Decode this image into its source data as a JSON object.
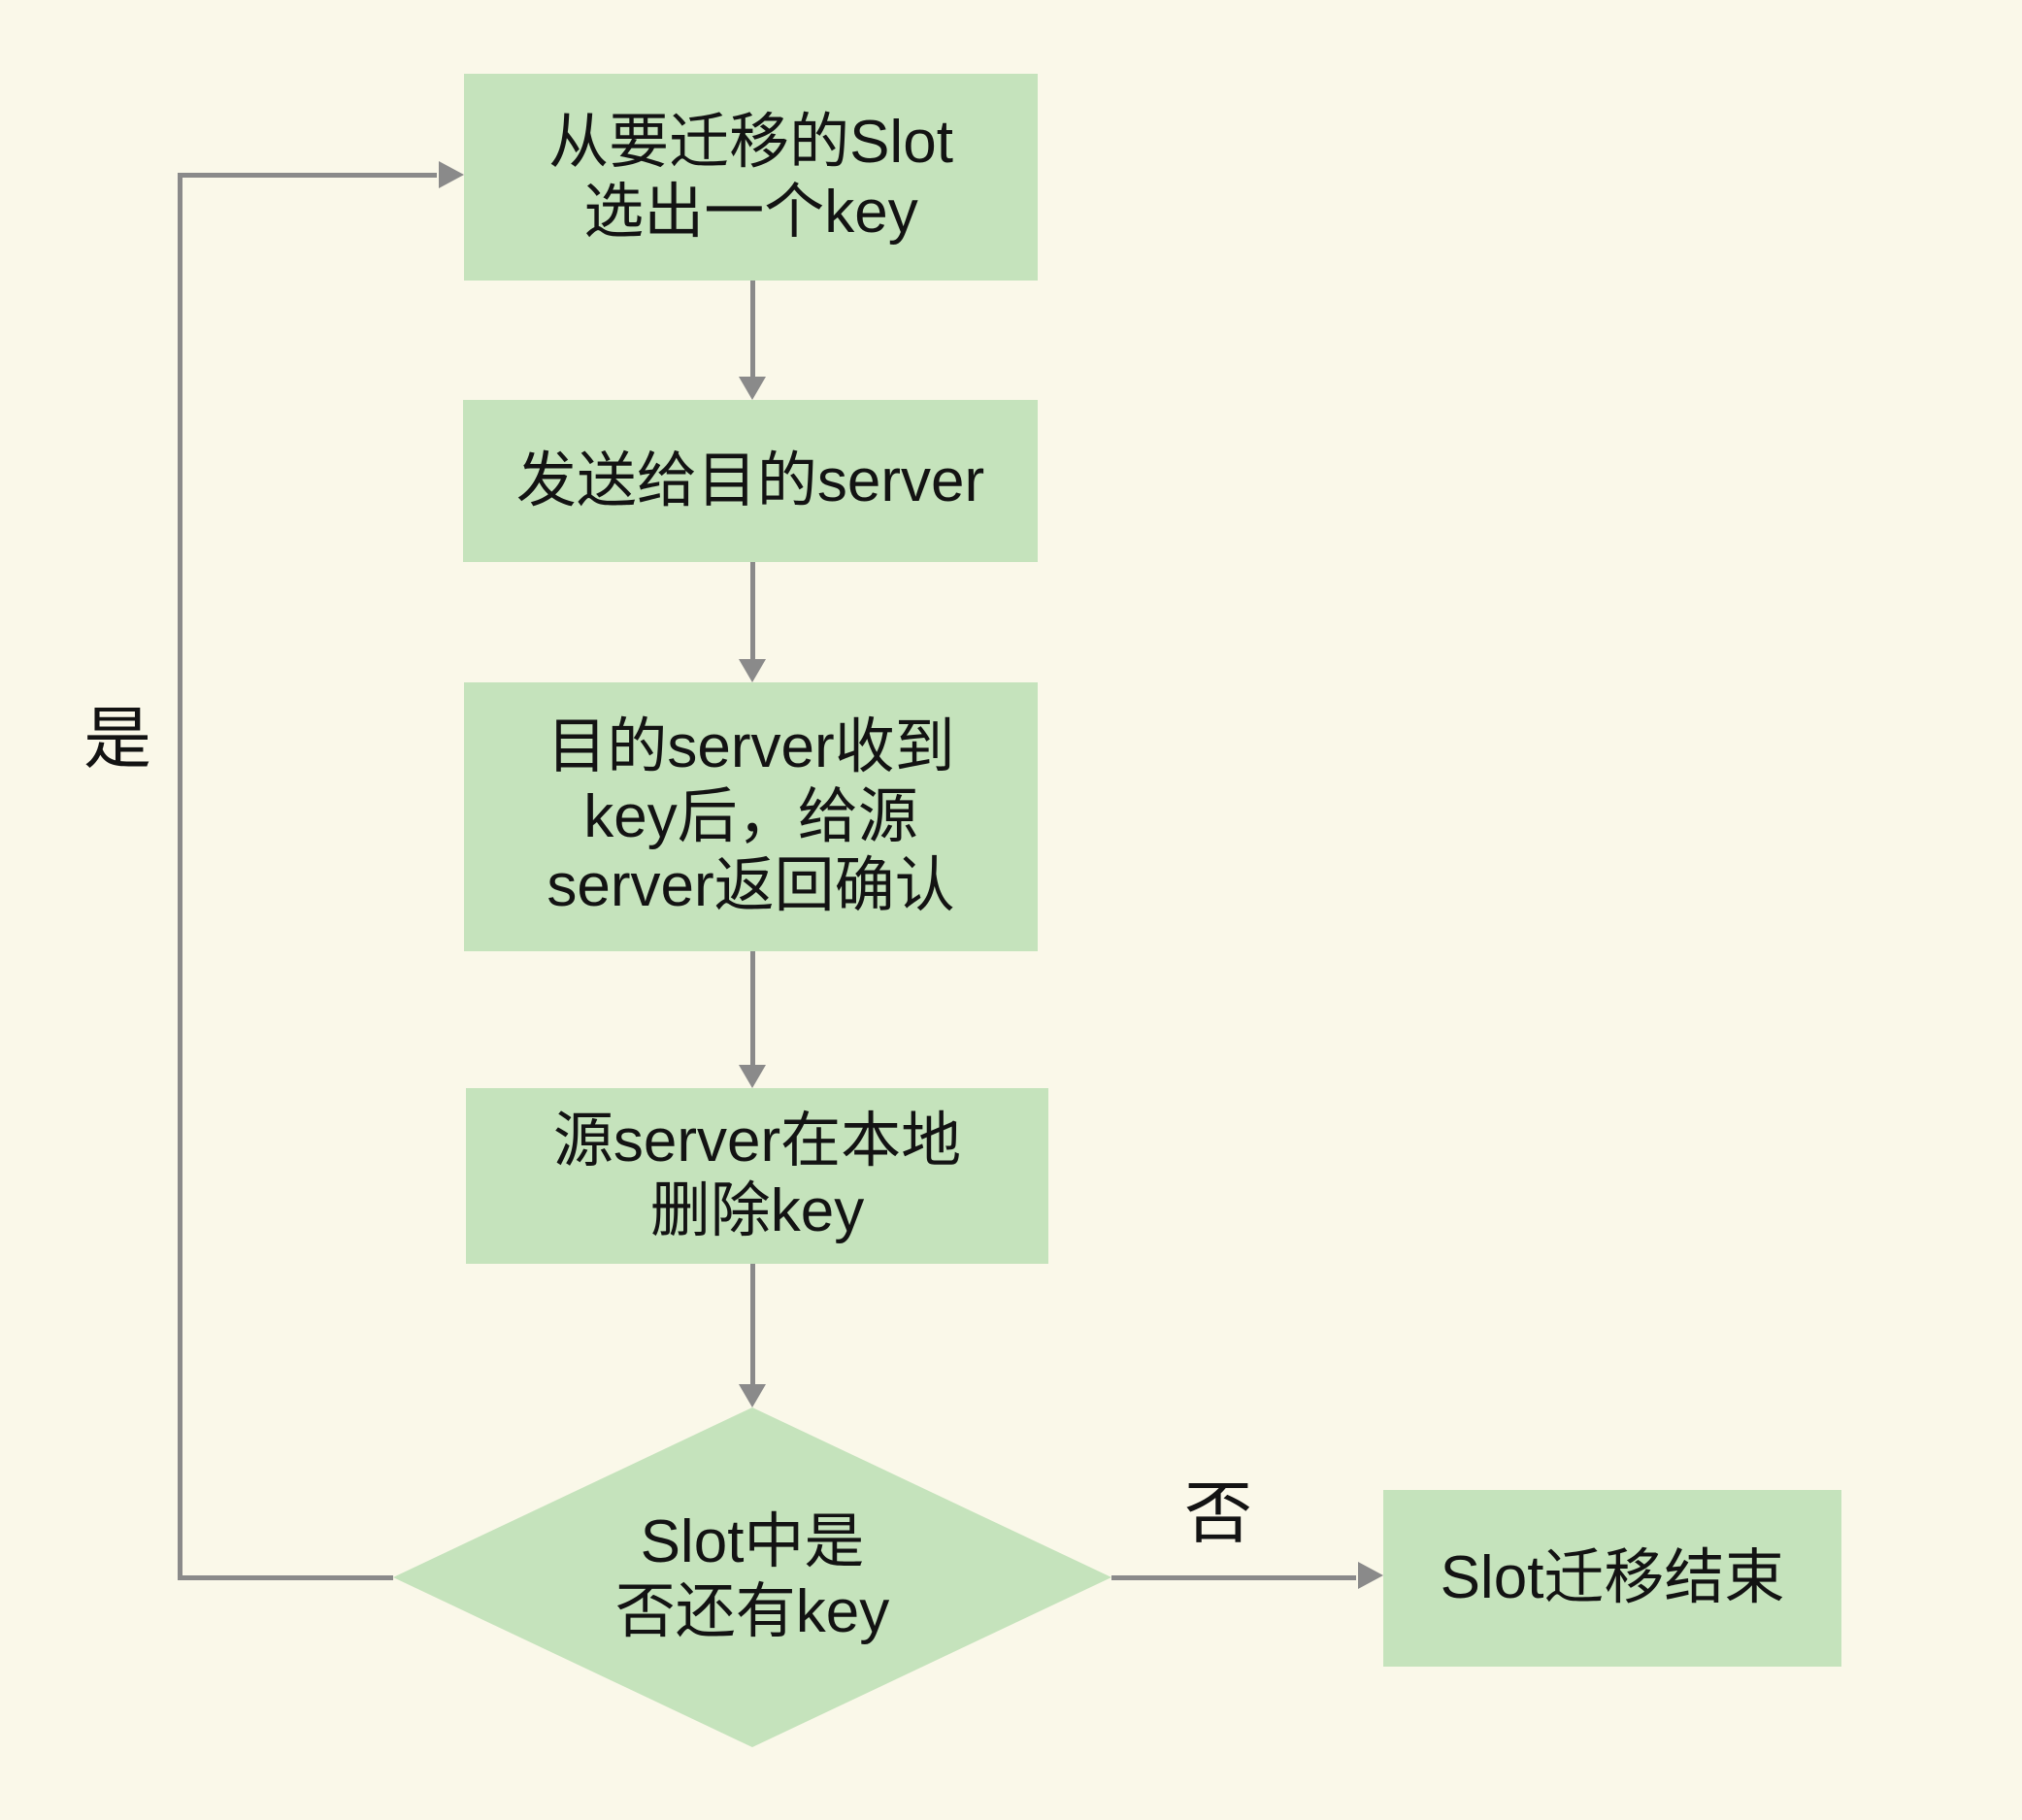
{
  "diagram": {
    "type": "flowchart",
    "topic": "Slot key migration loop"
  },
  "colors": {
    "background": "#faf8e9",
    "node_fill": "#c5e3bc",
    "line_gray": "#8a8a8a",
    "text": "#131313"
  },
  "nodes": [
    {
      "id": "pick-key",
      "shape": "process",
      "lines": [
        "从要迁移的Slot",
        "选出一个key"
      ]
    },
    {
      "id": "send-to-dest",
      "shape": "process",
      "lines": [
        "发送给目的server"
      ]
    },
    {
      "id": "dest-confirm",
      "shape": "process",
      "lines": [
        "目的server收到",
        "key后，给源",
        "server返回确认"
      ]
    },
    {
      "id": "delete-local",
      "shape": "process",
      "lines": [
        "源server在本地",
        "删除key"
      ]
    },
    {
      "id": "has-more-keys",
      "shape": "decision",
      "lines": [
        "Slot中是",
        "否还有key"
      ]
    },
    {
      "id": "migration-end",
      "shape": "process",
      "lines": [
        "Slot迁移结束"
      ]
    }
  ],
  "labels": {
    "yes": "是",
    "no": "否"
  }
}
